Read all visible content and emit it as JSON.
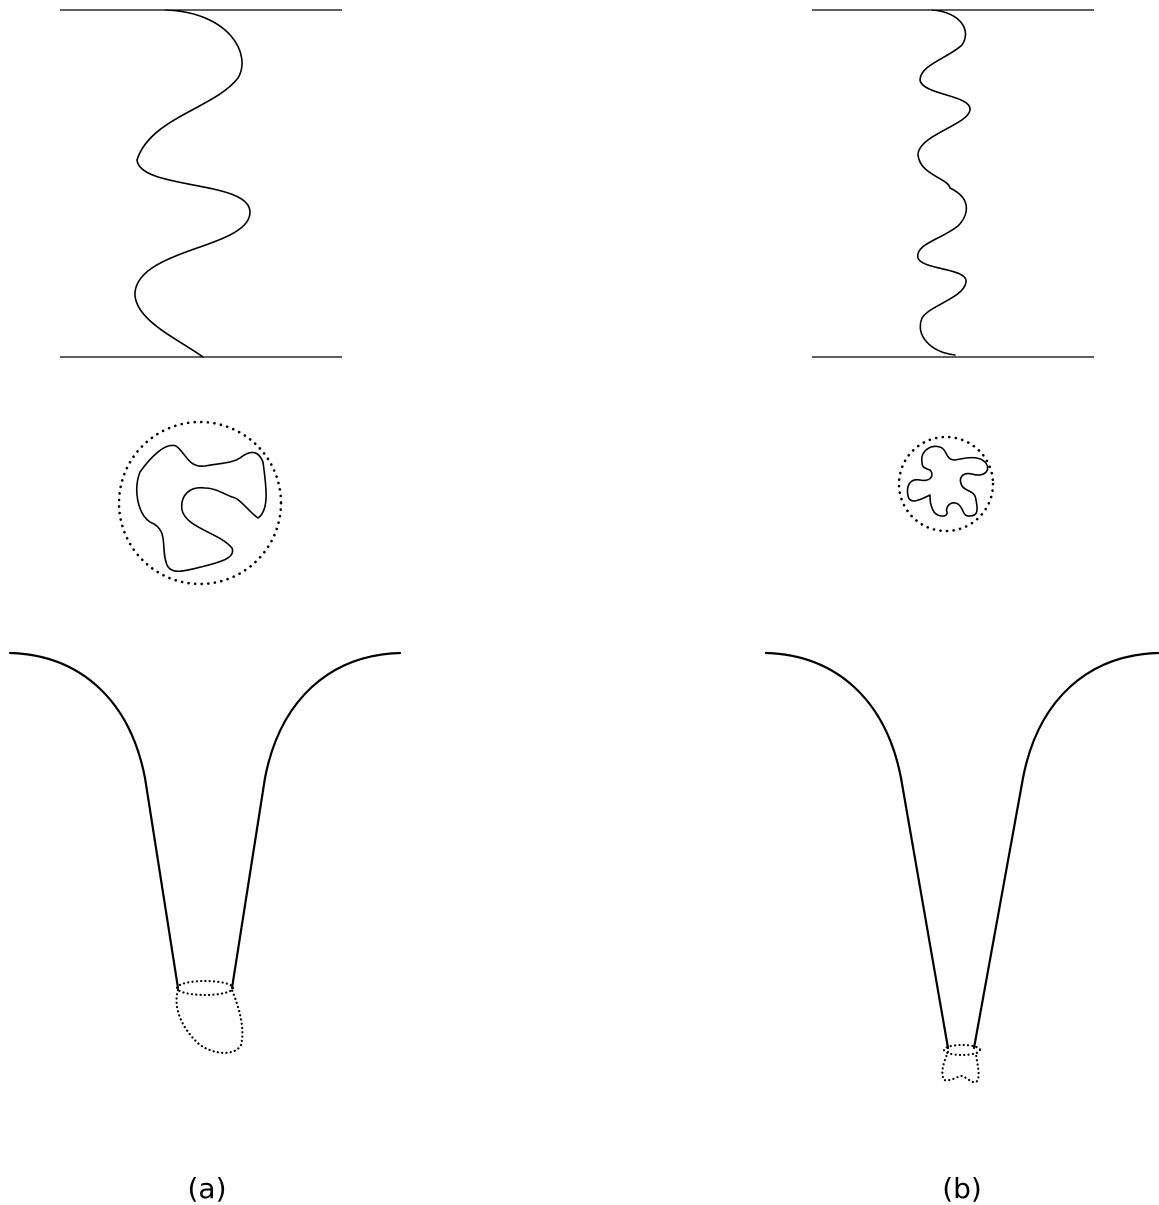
{
  "panels": [
    {
      "id": "a",
      "caption": "(a)"
    },
    {
      "id": "b",
      "caption": "(b)"
    }
  ],
  "colors": {
    "stroke": "#000000",
    "background": "#ffffff"
  }
}
